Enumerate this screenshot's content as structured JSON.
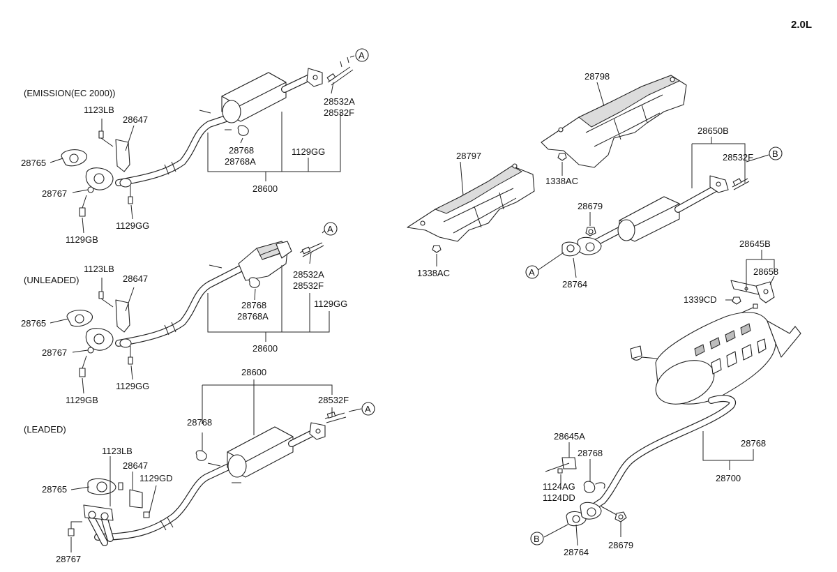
{
  "corner_label": "2.0L",
  "sections": {
    "emission": "(EMISSION(EC 2000))",
    "unleaded": "(UNLEADED)",
    "leaded": "(LEADED)"
  },
  "labels": {
    "e_1123LB": "1123LB",
    "e_28647": "28647",
    "e_28765": "28765",
    "e_28767": "28767",
    "e_1129GB": "1129GB",
    "e_1129GG_bolt": "1129GG",
    "e_28768": "28768",
    "e_28768A": "28768A",
    "e_1129GG": "1129GG",
    "e_28600": "28600",
    "e_28532A": "28532A",
    "e_28532F": "28532F",
    "e_A": "A",
    "u_1123LB": "1123LB",
    "u_28647": "28647",
    "u_28765": "28765",
    "u_28767": "28767",
    "u_1129GB": "1129GB",
    "u_1129GG_bolt": "1129GG",
    "u_28768": "28768",
    "u_28768A": "28768A",
    "u_1129GG": "1129GG",
    "u_28600": "28600",
    "u_28532A": "28532A",
    "u_28532F": "28532F",
    "u_A": "A",
    "l_28600": "28600",
    "l_28532F": "28532F",
    "l_A": "A",
    "l_28768": "28768",
    "l_1123LB": "1123LB",
    "l_28647": "28647",
    "l_28765": "28765",
    "l_1129GD": "1129GD",
    "l_28767": "28767",
    "r_28798": "28798",
    "r_1338AC_top": "1338AC",
    "r_28797": "28797",
    "r_1338AC_bot": "1338AC",
    "r_28650B": "28650B",
    "r_28532F": "28532F",
    "r_B_top": "B",
    "r_28679_top": "28679",
    "r_A": "A",
    "r_28764_top": "28764",
    "r_28645B": "28645B",
    "r_28658": "28658",
    "r_1339CD": "1339CD",
    "r_28645A": "28645A",
    "r_28768_small": "28768",
    "r_1124AG": "1124AG",
    "r_1124DD": "1124DD",
    "r_28768": "28768",
    "r_28700": "28700",
    "r_B_bot": "B",
    "r_28764_bot": "28764",
    "r_28679_bot": "28679"
  }
}
